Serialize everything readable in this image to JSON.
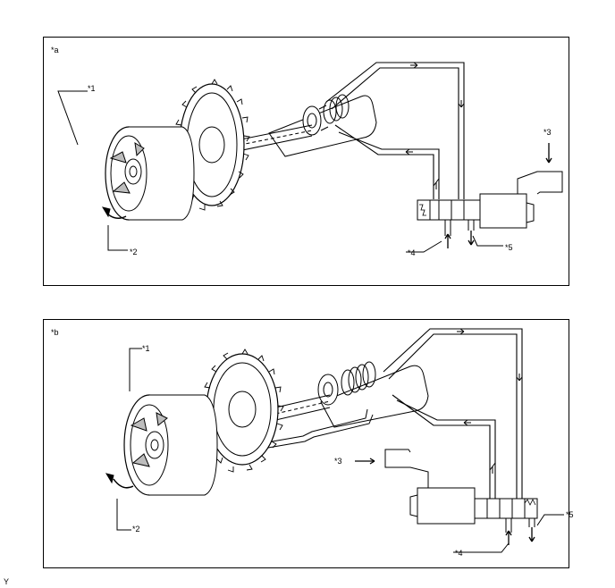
{
  "panel_a": {
    "label": "*a",
    "callouts": {
      "c1": "*1",
      "c2": "*2",
      "c3": "*3",
      "c4": "*4",
      "c5": "*5"
    }
  },
  "panel_b": {
    "label": "*b",
    "callouts": {
      "c1": "*1",
      "c2": "*2",
      "c3": "*3",
      "c4": "*4",
      "c5": "*5"
    }
  },
  "footer_code": "Y",
  "colors": {
    "line": "#000000",
    "fill": "#ffffff",
    "shade": "#bdbdbd"
  }
}
